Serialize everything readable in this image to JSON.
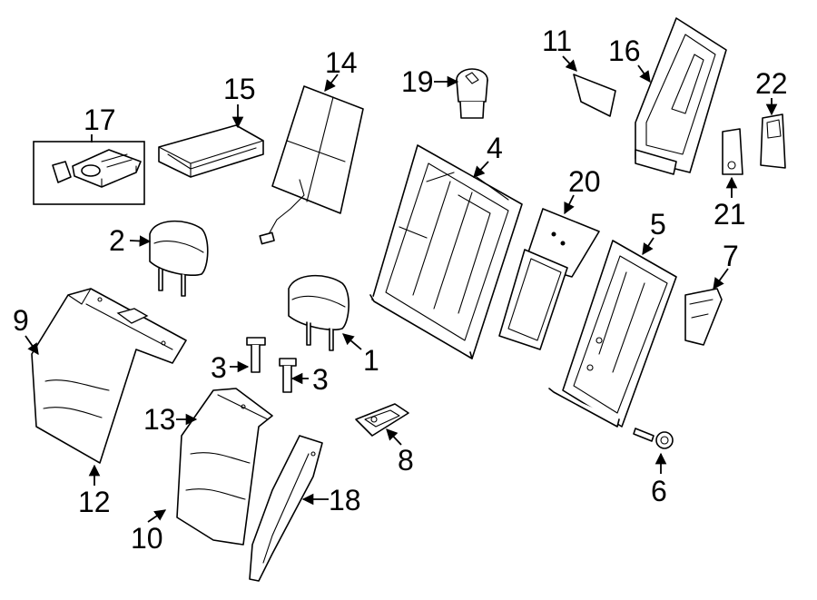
{
  "callouts": {
    "c1": "1",
    "c2": "2",
    "c3a": "3",
    "c3b": "3",
    "c4": "4",
    "c5": "5",
    "c6": "6",
    "c7": "7",
    "c8": "8",
    "c9": "9",
    "c10": "10",
    "c11": "11",
    "c12": "12",
    "c13": "13",
    "c14": "14",
    "c15": "15",
    "c16": "16",
    "c17": "17",
    "c18": "18",
    "c19": "19",
    "c20": "20",
    "c21": "21",
    "c22": "22"
  },
  "colors": {
    "line": "#000000",
    "background": "#ffffff"
  }
}
